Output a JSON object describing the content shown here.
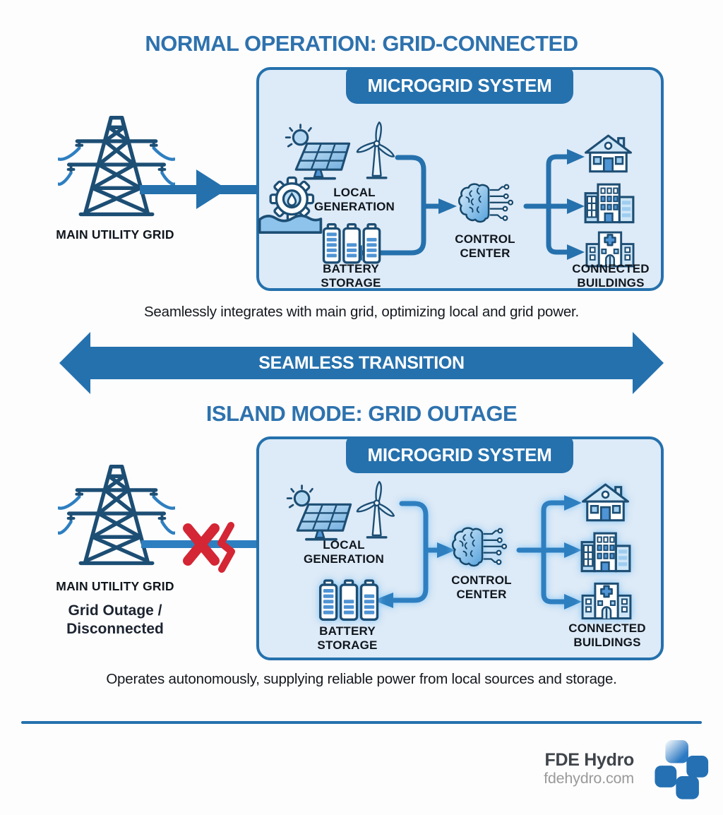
{
  "colors": {
    "accent_blue": "#2571ad",
    "title_blue": "#2e72ae",
    "box_fill": "#ddeaf7",
    "icon_outline": "#1d4e74",
    "icon_fill_light": "#b5d8f2",
    "icon_fill_mid": "#4f94d4",
    "alert_red": "#d42634",
    "text_dark": "#10161d",
    "footer_gray": "#9a9a9a"
  },
  "normal_section": {
    "title": "NORMAL OPERATION: GRID-CONNECTED",
    "microgrid_header": "MICROGRID SYSTEM",
    "main_grid_label": "MAIN UTILITY GRID",
    "labels": {
      "local_generation": "LOCAL GENERATION",
      "battery_storage": "BATTERY STORAGE",
      "control_center": "CONTROL CENTER",
      "connected_buildings": "CONNECTED BUILDINGS"
    },
    "caption": "Seamlessly integrates with main grid, optimizing local and grid power."
  },
  "transition": {
    "label": "SEAMLESS TRANSITION"
  },
  "island_section": {
    "title": "ISLAND MODE: GRID OUTAGE",
    "microgrid_header": "MICROGRID SYSTEM",
    "main_grid_label": "MAIN UTILITY GRID",
    "outage_line1": "Grid Outage /",
    "outage_line2": "Disconnected",
    "labels": {
      "local_generation": "LOCAL GENERATION",
      "battery_storage": "BATTERY STORAGE",
      "control_center": "CONTROL CENTER",
      "connected_buildings": "CONNECTED BUILDINGS"
    },
    "caption": "Operates autonomously, supplying reliable power from local sources and storage."
  },
  "footer": {
    "brand": "FDE Hydro",
    "website": "fdehydro.com"
  },
  "icons": {
    "utility_tower": "transmission-tower-icon",
    "solar": "solar-panel-sun-icon",
    "wind": "wind-turbine-icon",
    "hydro": "hydro-turbine-icon",
    "battery": "battery-bank-icon",
    "control": "ai-brain-circuit-icon",
    "house": "house-icon",
    "office": "office-building-icon",
    "hospital": "hospital-icon",
    "logo": "pinwheel-logo-icon"
  }
}
